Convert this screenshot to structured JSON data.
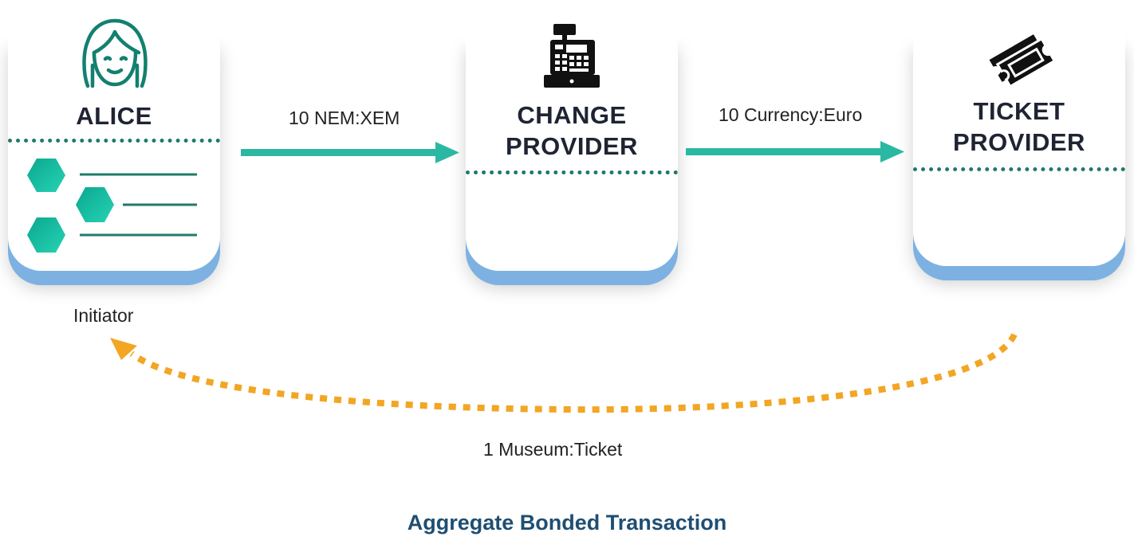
{
  "nodes": {
    "alice": {
      "title": "ALICE"
    },
    "change": {
      "title_line1": "CHANGE",
      "title_line2": "PROVIDER"
    },
    "ticket": {
      "title_line1": "TICKET",
      "title_line2": "PROVIDER"
    }
  },
  "edges": {
    "alice_to_change": "10 NEM:XEM",
    "change_to_ticket": "10 Currency:Euro",
    "ticket_to_alice": "1 Museum:Ticket"
  },
  "initiator_label": "Initiator",
  "footer": "Aggregate Bonded Transaction",
  "colors": {
    "teal_arrow": "#2bb8a3",
    "dotted_divider": "#1f7a6a",
    "return_arrow": "#f2a623",
    "card_shadow": "#7db1e2",
    "footer_text": "#1f4e72"
  },
  "icons": [
    "woman-face-icon",
    "cash-register-icon",
    "tickets-icon",
    "hexagon-icon"
  ]
}
